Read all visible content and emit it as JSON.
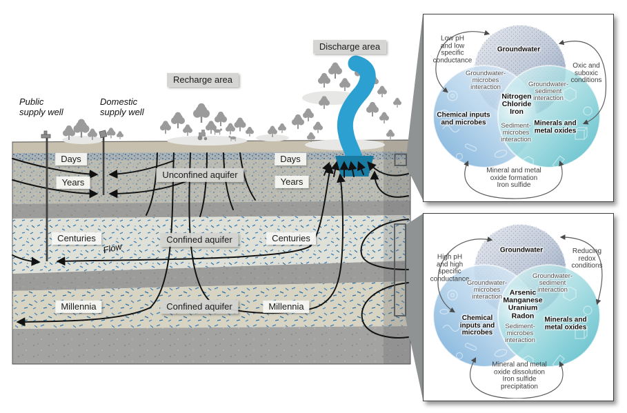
{
  "figure": {
    "section": {
      "recharge_label": "Recharge area",
      "discharge_label": "Discharge area",
      "public_well_label": "Public\nsupply well",
      "domestic_well_label": "Domestic\nsupply well",
      "flow_label": "Flow",
      "unconfined_aquifer_label": "Unconfined aquifer",
      "confined_aquifer_upper_label": "Confined aquifer",
      "confined_aquifer_lower_label": "Confined aquifer",
      "left_times": {
        "days": "Days",
        "years": "Years",
        "centuries": "Centuries",
        "millennia": "Millennia"
      },
      "right_times": {
        "days": "Days",
        "years": "Years",
        "centuries": "Centuries",
        "millennia": "Millennia"
      }
    },
    "venn_top": {
      "groundwater": "Groundwater",
      "chemical": "Chemical inputs\nand microbes",
      "minerals": "Minerals and\nmetal oxides",
      "gw_microbes": "Groundwater-\nmicrobes\ninteraction",
      "gw_sediment": "Groundwater-\nsediment\ninteraction",
      "sed_microbes": "Sediment-\nmicrobes\ninteraction",
      "center": "Nitrogen\nChloride\nIron",
      "ann_left": "Low pH\nand low\nspecific\nconductance",
      "ann_right": "Oxic and\nsuboxic\nconditions",
      "ann_bottom": "Mineral and metal\noxide formation\nIron sulfide"
    },
    "venn_bottom": {
      "groundwater": "Groundwater",
      "chemical": "Chemical\ninputs and\nmicrobes",
      "minerals": "Minerals and\nmetal oxides",
      "gw_microbes": "Groundwater-\nmicrobes\ninteraction",
      "gw_sediment": "Groundwater-\nsediment\ninteraction",
      "sed_microbes": "Sediment-\nmicrobes\ninteraction",
      "center": "Arsenic\nManganese\nUranium\nRadon",
      "ann_left": "High pH\nand high\nspecific\nconductance",
      "ann_right": "Reducing\nredox\nconditions",
      "ann_bottom": "Mineral and metal\noxide dissolution\nIron sulfide\nprecipitation"
    },
    "colors": {
      "river": "#2ba0d1",
      "river_base": "#1a7ba2",
      "groundwater_circle": "#8fa5c2",
      "chemical_circle": "#5d9fd3",
      "minerals_circle": "#35aebe",
      "flow_line": "#141414",
      "label_box_gray": "#d3d3d1",
      "label_box_white": "#f5f5f3"
    }
  }
}
